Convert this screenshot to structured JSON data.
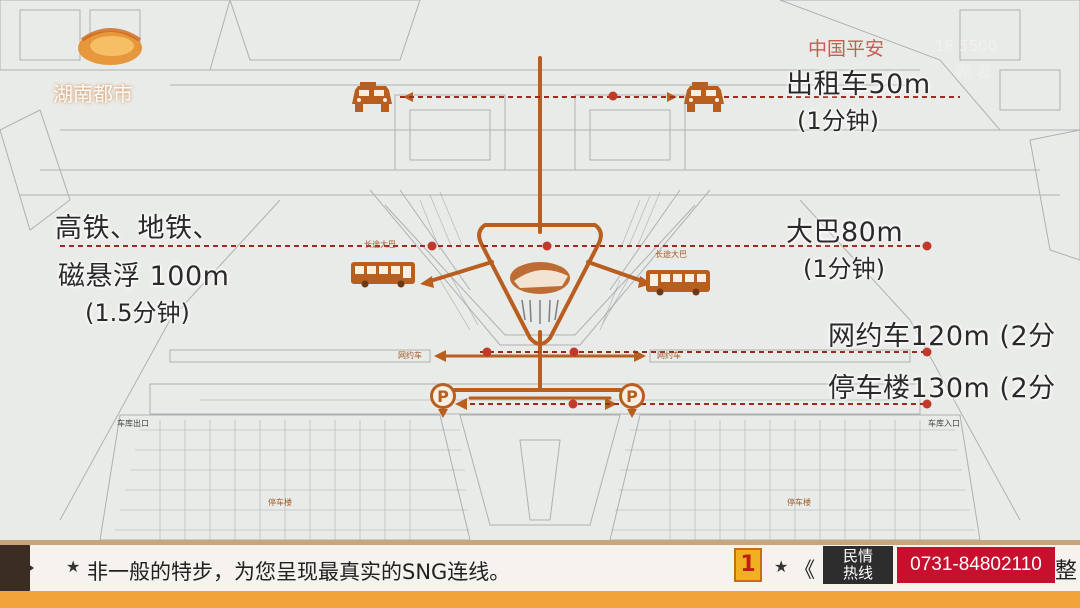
{
  "broadcast": {
    "channel_logo_text": "湖南都市",
    "sponsor_text": "中国平安",
    "corner_number": "18 5500",
    "corner_trail": "專 著"
  },
  "map_labels": {
    "taxi": {
      "title": "出租车50m",
      "time": "(1分钟)"
    },
    "rail": {
      "line1": "高铁、地铁、",
      "line2": "磁悬浮 100m",
      "time": "(1.5分钟)"
    },
    "bus": {
      "title": "大巴80m",
      "time": "(1分钟)"
    },
    "rideshare": {
      "title": "网约车120m (2分"
    },
    "parking": {
      "title": "停车楼130m (2分"
    },
    "small_tags": [
      "网约车",
      "网约车",
      "停车楼",
      "停车楼",
      "车库出口",
      "车库入口",
      "长途大巴",
      "长途大巴"
    ]
  },
  "ticker": {
    "headline": "非一般的特步，为您呈现最真实的SNG连线。",
    "channel_badge": "1",
    "bracket": "《",
    "hotline_line1": "民情",
    "hotline_line2": "热线",
    "phone": "0731-84802110",
    "trail": "整"
  },
  "colors": {
    "route": "#b85e1f",
    "route_dashed": "#9b2d1e",
    "marker": "#c0392b",
    "ticker_dark": "#3b2c24",
    "ticker_orange": "#f0a43a",
    "phone_red": "#c8102e"
  },
  "icons": [
    "taxi-icon",
    "bus-icon",
    "parking-icon",
    "channel-logo",
    "star-icon"
  ]
}
